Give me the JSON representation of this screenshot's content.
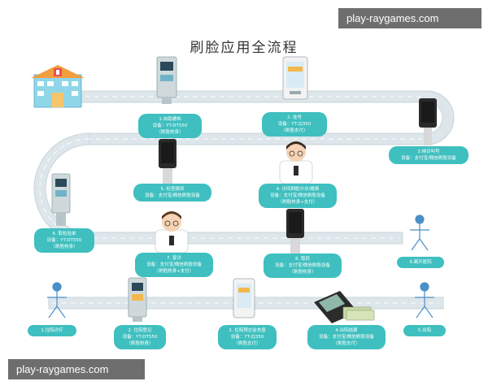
{
  "watermark_top": "play-raygames.com",
  "watermark_bottom": "play-raygames.com",
  "title": "刷脸应用全流程",
  "steps": {
    "s1": {
      "name": "1.自助建档",
      "device": "设备：YT-DT550",
      "note": "（刷脸核身）"
    },
    "s2": {
      "name": "2. 挂号",
      "device": "设备：YT-ZJ350",
      "note": "（刷脸支付）"
    },
    "s3": {
      "name": "3.候诊叫号",
      "device": "设备：支付宝/微信刷脸设备"
    },
    "s4": {
      "name": "4. 诊间刷脸分诊/缴费",
      "device": "设备：支付宝/微信刷脸设备",
      "note": "（刷脸核身+支付）"
    },
    "s5": {
      "name": "5. 检查报到",
      "device": "设备：支付宝/微信刷脸设备"
    },
    "s6": {
      "name": "6. 取检验单",
      "device": "设备：YT-DT550",
      "note": "（刷脸核身）"
    },
    "s7": {
      "name": "7. 复诊",
      "device": "设备：支付宝/微信刷脸设备",
      "note": "（刷脸核身+支付）"
    },
    "s8": {
      "name": "8. 取药",
      "device": "设备：支付宝/微信刷脸设备",
      "note": "（刷脸核身）"
    },
    "s9": {
      "name": "9.离开医院"
    },
    "p1": {
      "name": "1.住院诊疗"
    },
    "p2": {
      "name": "2. 住院登记",
      "device": "设备：YT-DT550",
      "note": "（刷脸核身）"
    },
    "p3": {
      "name": "3. 住院预交金充值",
      "device": "设备：YT-ZJ350",
      "note": "（刷脸支付）"
    },
    "p4": {
      "name": "4.出院结算",
      "device": "设备：支付宝/微信刷脸设备",
      "note": "（刷脸支付）"
    },
    "p5": {
      "name": "5.出院"
    }
  }
}
